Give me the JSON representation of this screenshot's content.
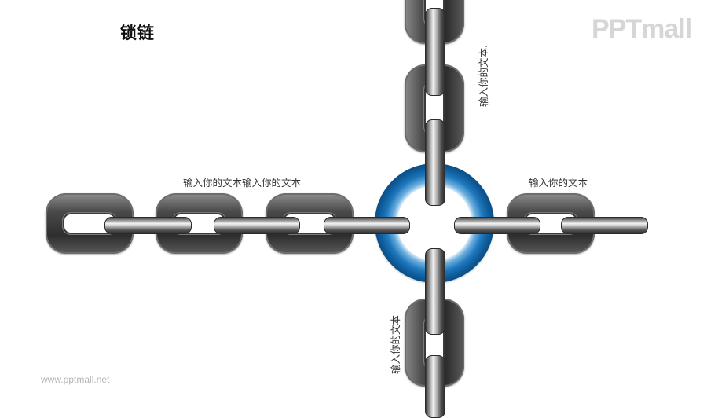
{
  "slide": {
    "title": "锁链",
    "logo_text": "PPTmall",
    "footer_url": "www.pptmall.net"
  },
  "labels": {
    "left": "输入你的文本输入你的文本",
    "right": "输入你的文本",
    "top": "输入你的文本.",
    "bottom": "输入你的文本"
  },
  "colors": {
    "ring_blue": "#1f78bd",
    "chain_dark": "#3a3a3a",
    "chain_highlight": "#f4f4f4",
    "text": "#333333",
    "logo_gray": "#d6d6d6"
  }
}
